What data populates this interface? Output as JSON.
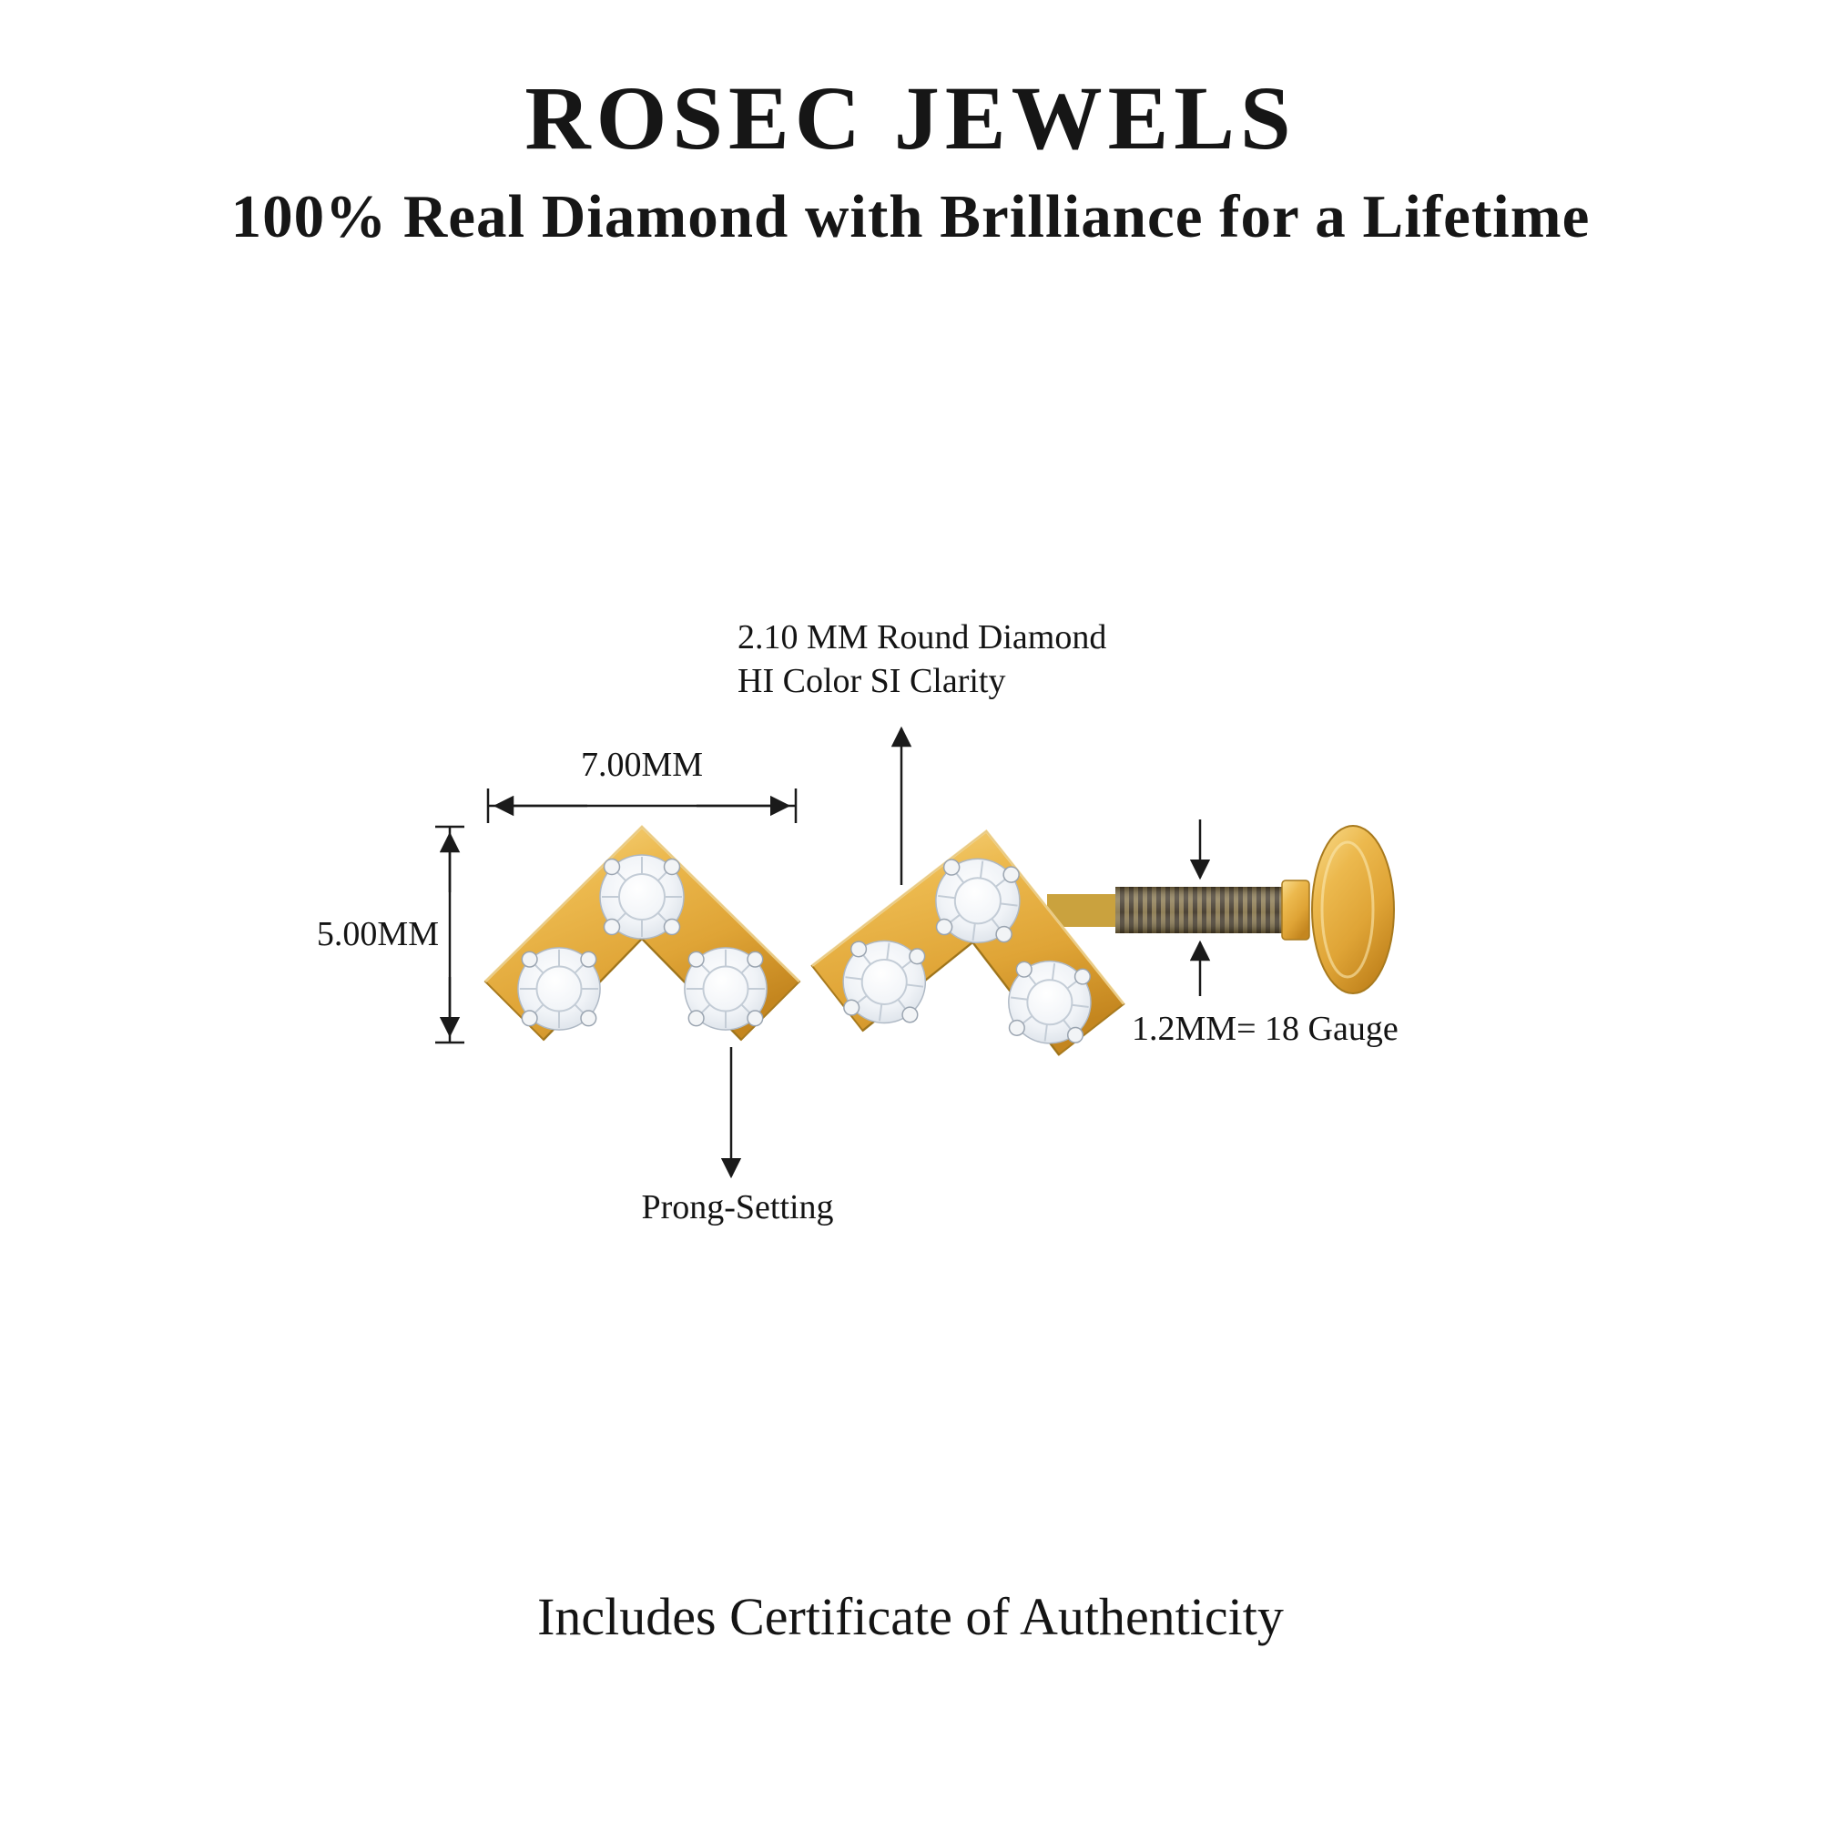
{
  "header": {
    "brand": "ROSEC JEWELS",
    "tagline": "100% Real Diamond with Brilliance for a Lifetime"
  },
  "diagram": {
    "diamond_spec_line1": "2.10 MM Round Diamond",
    "diamond_spec_line2": "HI Color SI Clarity",
    "width_label": "7.00MM",
    "height_label": "5.00MM",
    "gauge_label": "1.2MM= 18 Gauge",
    "prong_label": "Prong-Setting"
  },
  "footer": {
    "certificate": "Includes Certificate of Authenticity"
  },
  "product": {
    "views": [
      "front-view-pendant",
      "side-view-with-threaded-labret-post"
    ],
    "stone_count_per_earring": 3,
    "setting": "prong",
    "shape": "chevron"
  },
  "colors": {
    "gold": "#E9B649",
    "gold_dark": "#B07D22",
    "gold_highlight": "#F9DD8F",
    "diamond": "#E9EDF2",
    "thread_dark": "#54452F",
    "text": "#141414",
    "background": "#FFFFFF"
  }
}
